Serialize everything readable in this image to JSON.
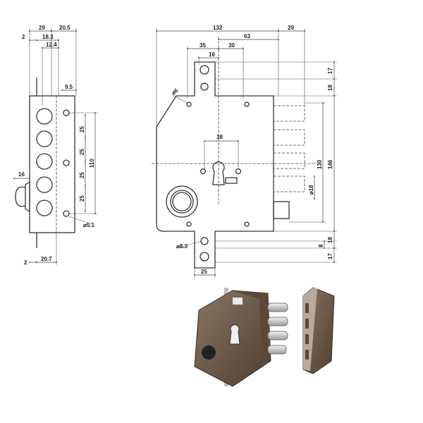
{
  "side_view": {
    "dims": [
      "29",
      "20.5",
      "2",
      "18.3",
      "12.4",
      "9.5",
      "25",
      "25",
      "25",
      "25",
      "110",
      "16",
      "5.1",
      "2",
      "20.7"
    ]
  },
  "front_view": {
    "dims": [
      "132",
      "29",
      "63",
      "35",
      "30",
      "16",
      "17",
      "18",
      "6",
      "38",
      "130",
      "146",
      "18",
      "8.3",
      "8",
      "18",
      "17",
      "25"
    ]
  },
  "colors": {
    "line": "#333333",
    "body_photo": "#6e5a48",
    "bolt_photo": "#d8d8d8"
  }
}
